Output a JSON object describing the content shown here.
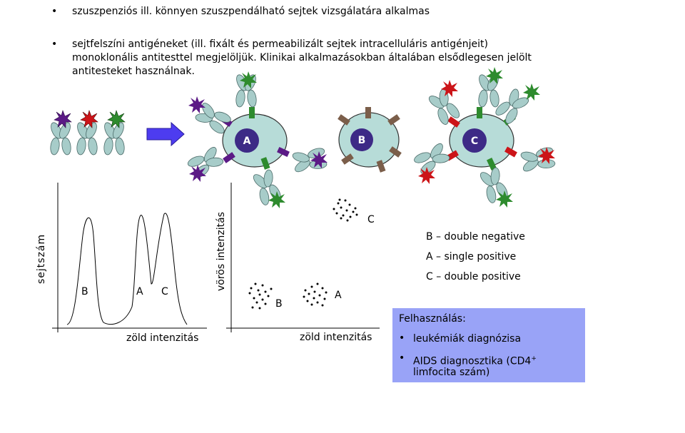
{
  "bullets": [
    {
      "mark": "•",
      "text": "szuszpenziós ill. könnyen szuszpendálható sejtek vizsgálatára alkalmas"
    },
    {
      "mark": "•",
      "text": "sejtfelszíni antigéneket (ill. fixált és permeabilizált sejtek intracelluláris antigénjeit)\nmonoklonális antitesttel megjelöljük. Klinikai alkalmazásokban általában elsődlegesen jelölt\nantitesteket használnak."
    }
  ],
  "cells": {
    "a": "A",
    "b": "B",
    "c": "C"
  },
  "histogram": {
    "ylabel": "sejtszám",
    "xlabel": "zöld intenzitás",
    "peak_b": "B",
    "peak_a": "A",
    "peak_c": "C"
  },
  "dotplot": {
    "ylabel": "vörös intenzitás",
    "xlabel": "zöld intenzitás",
    "cluster_c": "C",
    "cluster_b": "B",
    "cluster_a": "A"
  },
  "legend": [
    "B – double negative",
    "A – single positive",
    "C – double positive"
  ],
  "info": {
    "title": "Felhasználás:",
    "items": [
      {
        "mark": "•",
        "text": "leukémiák diagnózisa"
      },
      {
        "mark": "•",
        "text_main": "AIDS diagnosztika (CD4",
        "sup": "+",
        "text_cont": "limfocita szám)"
      }
    ]
  },
  "colors": {
    "cell": "#b7dcd8",
    "antibody": "#a7ccc9",
    "purple": "#5b1a86",
    "red": "#cc1418",
    "green": "#2e8b2e",
    "brown": "#7b5e4a",
    "arrow": "#4d3cf0",
    "box": "#99a3f7"
  }
}
